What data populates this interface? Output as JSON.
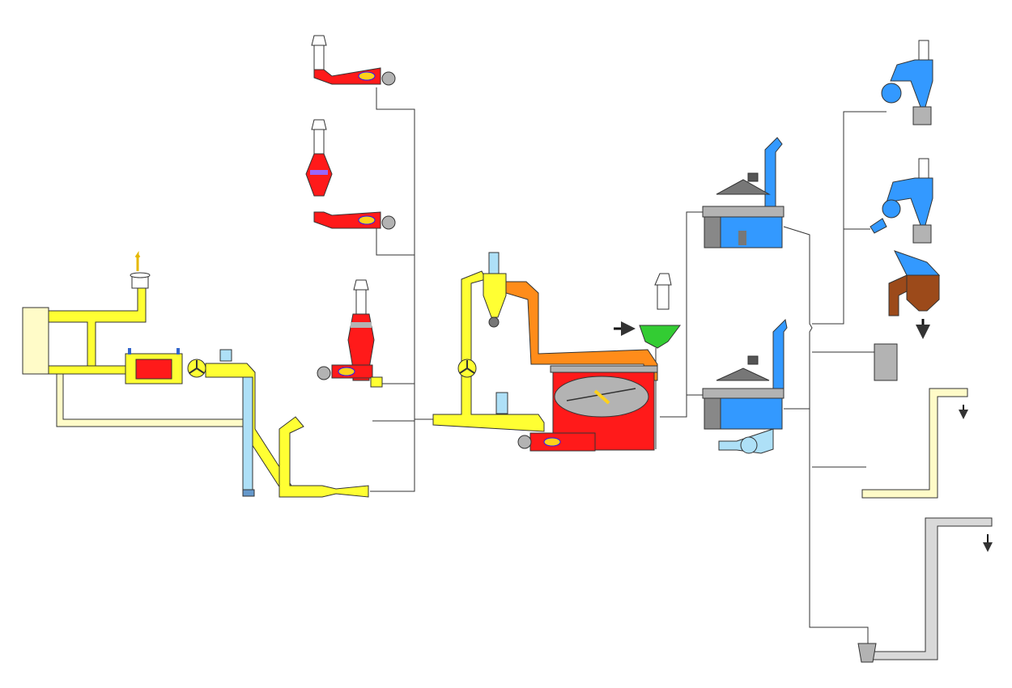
{
  "colors": {
    "hot_air": "#ffff33",
    "inlet_air": "#fffbc8",
    "burner_zone": "#ff1a1a",
    "dryer_exhaust": "#ff8c1a",
    "feed_hopper": "#33cc33",
    "cooling_air": "#3399ff",
    "cooling_air_light": "#aee0f7",
    "steel_grey": "#b3b3b3",
    "dark_grey": "#777777",
    "product_brown": "#9c4a1a",
    "flame_blue": "#1a1aff",
    "flame_yellow": "#ffd11a"
  },
  "components": [
    {
      "id": "air-heater-loop",
      "icon": "heat-exchanger"
    },
    {
      "id": "rotary-dryer",
      "icon": "paddle-dryer"
    },
    {
      "id": "dust-cyclone",
      "icon": "cyclone"
    },
    {
      "id": "feed-hopper",
      "icon": "funnel"
    },
    {
      "id": "burners",
      "icon": "burner"
    },
    {
      "id": "coolers",
      "icon": "cooler"
    },
    {
      "id": "cyclone-separators",
      "icon": "cyclone"
    },
    {
      "id": "product-silo",
      "icon": "silo"
    },
    {
      "id": "bucket-conveyors",
      "icon": "conveyor"
    }
  ]
}
